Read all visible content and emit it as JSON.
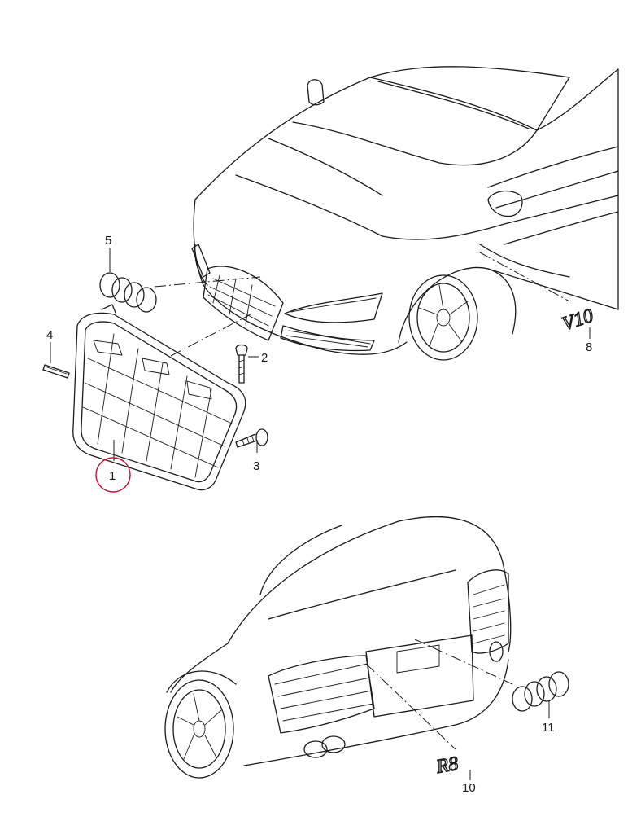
{
  "labels": {
    "p1": "1",
    "p2": "2",
    "p3": "3",
    "p4": "4",
    "p5": "5",
    "p8": "8",
    "p10": "10",
    "p11": "11"
  },
  "badges": {
    "v10": "V10",
    "r8": "R8"
  },
  "colors": {
    "line": "#1a1a1a",
    "highlight": "#c8102e",
    "background": "#ffffff"
  }
}
